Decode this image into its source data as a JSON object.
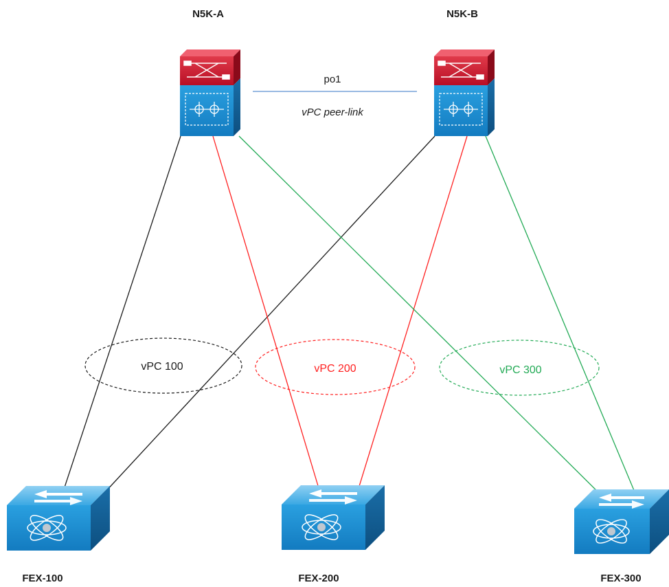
{
  "nodes": {
    "n5k_a": "N5K-A",
    "n5k_b": "N5K-B",
    "fex_100": "FEX-100",
    "fex_200": "FEX-200",
    "fex_300": "FEX-300"
  },
  "peer_link": {
    "name": "po1",
    "description": "vPC peer-link"
  },
  "vpcs": [
    {
      "label": "vPC 100",
      "color": "#000000"
    },
    {
      "label": "vPC 200",
      "color": "#ff2020"
    },
    {
      "label": "vPC 300",
      "color": "#22aa55"
    }
  ],
  "colors": {
    "switch_blue": "#1f8fd4",
    "switch_red": "#c8102e",
    "peer_link": "#5b8fd0"
  }
}
